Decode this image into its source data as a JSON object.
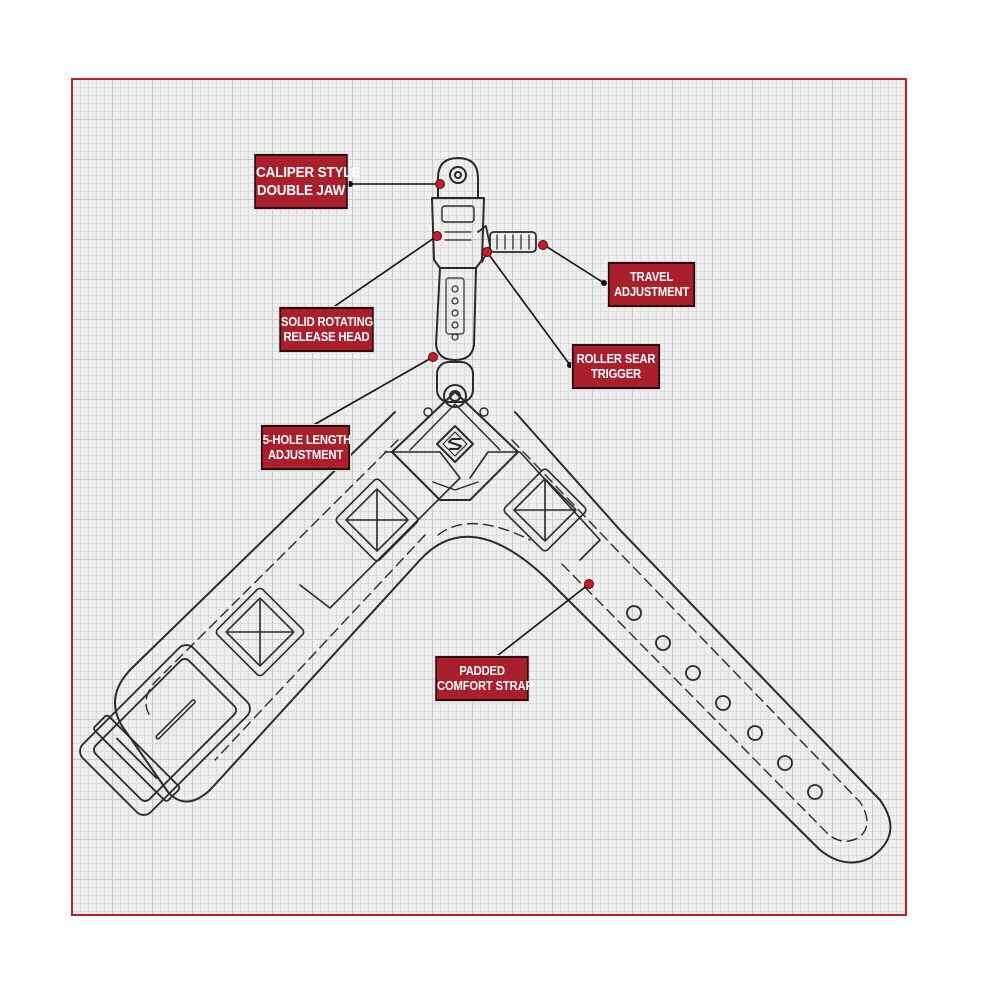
{
  "callouts": {
    "caliper_jaw": {
      "line1": "CALIPER STYLE",
      "line2": "DOUBLE JAW"
    },
    "travel": {
      "line1": "TRAVEL",
      "line2": "ADJUSTMENT"
    },
    "rotating_head": {
      "line1": "SOLID ROTATING",
      "line2": "RELEASE HEAD"
    },
    "roller_sear": {
      "line1": "ROLLER SEAR",
      "line2": "TRIGGER"
    },
    "length_adjust": {
      "line1": "5-HOLE LENGTH",
      "line2": "ADJUSTMENT"
    },
    "strap": {
      "line1": "PADDED",
      "line2": "COMFORT STRAP"
    }
  },
  "colors": {
    "accent": "#a91f2c",
    "frame_border": "#c0202c",
    "ink": "#2a2a2a",
    "grid_bg": "#eeeeee"
  }
}
